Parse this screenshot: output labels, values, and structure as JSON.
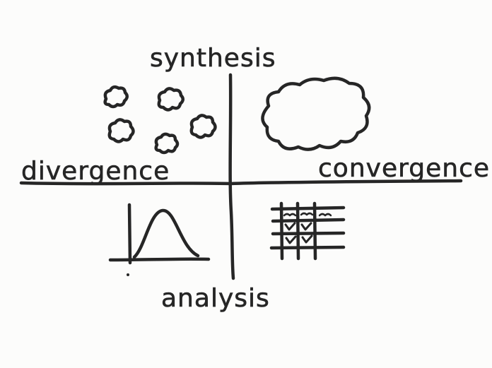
{
  "labels": {
    "top": "synthesis",
    "left": "divergence",
    "right": "convergence",
    "bottom": "analysis"
  },
  "icons": {
    "top_left": "many-small-clouds-icon",
    "top_right": "large-cloud-icon",
    "bottom_left": "bell-curve-chart-icon",
    "bottom_right": "checklist-grid-icon"
  },
  "ink_color": "#262626"
}
